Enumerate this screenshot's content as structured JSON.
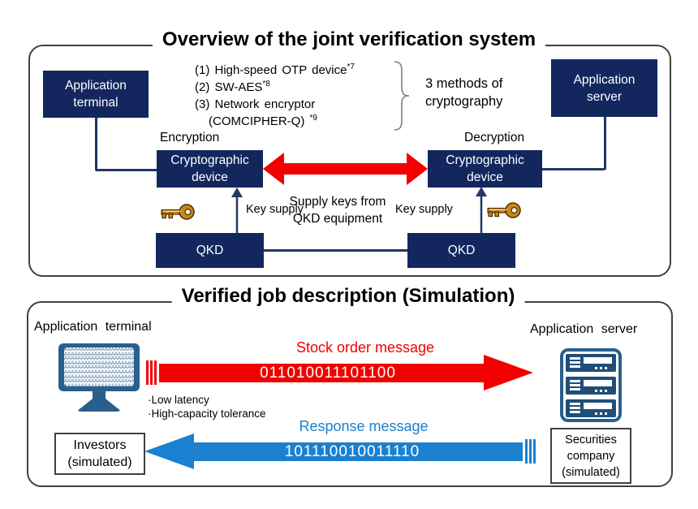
{
  "colors": {
    "navy_box": "#13275e",
    "connector_navy": "#1f3864",
    "red": "#f20000",
    "blue": "#1a80cf",
    "icon_steel_blue": "#2a5f8c",
    "panel_border_gray": "#404040"
  },
  "icons": {
    "key": "key-icon",
    "monitor": "monitor-icon",
    "server": "server-icon",
    "red_double_arrow": "double-arrow-icon",
    "up_arrow": "up-arrow-icon",
    "brace": "curly-brace-icon"
  },
  "top": {
    "title": "Overview of the joint verification system",
    "app_terminal": [
      "Application",
      "terminal"
    ],
    "app_server": [
      "Application",
      "server"
    ],
    "methods": [
      {
        "text": "(1) High-speed OTP device",
        "sup": "*7"
      },
      {
        "text": "(2) SW-AES",
        "sup": "*8"
      },
      {
        "text": "(3) Network encryptor",
        "sup": ""
      },
      {
        "text": "(COMCIPHER-Q) ",
        "sup": "*9"
      }
    ],
    "methods_summary": [
      "3 methods of",
      "cryptography"
    ],
    "encryption_label": "Encryption",
    "decryption_label": "Decryption",
    "crypto_left": [
      "Cryptographic",
      "device"
    ],
    "crypto_right": [
      "Cryptographic",
      "device"
    ],
    "key_supply_left": "Key supply",
    "key_supply_right": "Key supply",
    "supply_note": [
      "Supply keys from",
      "QKD equipment"
    ],
    "qkd_left": "QKD",
    "qkd_right": "QKD"
  },
  "bottom": {
    "title": "Verified job description (Simulation)",
    "app_terminal_label": "Application terminal",
    "app_server_label": "Application server",
    "stock_order_label": "Stock order message",
    "stock_order_bits": "011010011101100",
    "response_label": "Response message",
    "response_bits": "101110010011110",
    "notes": [
      "·Low latency",
      "·High-capacity tolerance"
    ],
    "investors": [
      "Investors",
      "(simulated)"
    ],
    "securities": [
      "Securities",
      "company",
      "(simulated)"
    ],
    "screen_pattern_char": "A"
  }
}
